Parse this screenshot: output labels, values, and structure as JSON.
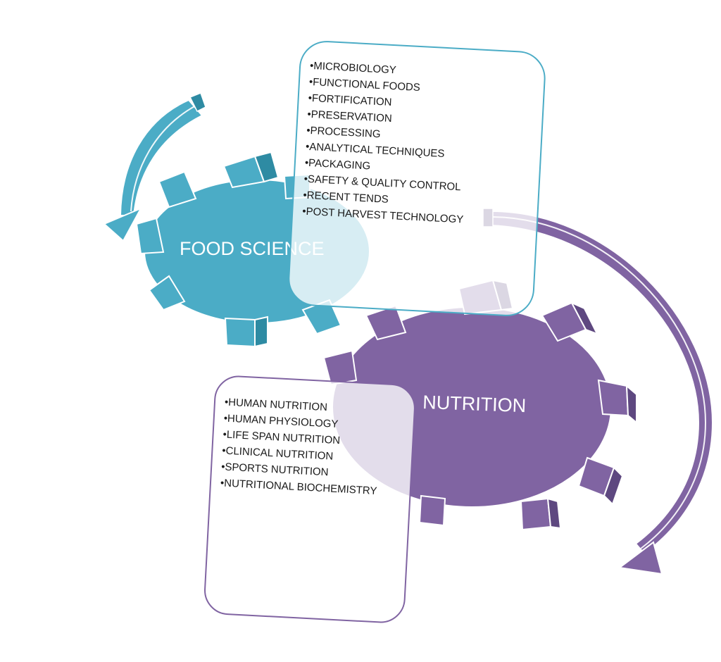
{
  "colors": {
    "food_science": "#4BACC6",
    "food_science_dark": "#2E8BA3",
    "nutrition": "#8064A2",
    "nutrition_dark": "#5E4880",
    "box_text": "#1a1a1a",
    "gear_text": "#ffffff"
  },
  "food_science": {
    "label": "FOOD SCIENCE",
    "items": [
      "•MICROBIOLOGY",
      "•FUNCTIONAL FOODS",
      "•FORTIFICATION",
      "•PRESERVATION",
      "•PROCESSING",
      "•ANALYTICAL TECHNIQUES",
      "•PACKAGING",
      "•SAFETY & QUALITY CONTROL",
      "•RECENT TENDS",
      "•POST HARVEST TECHNOLOGY"
    ]
  },
  "nutrition": {
    "label": "NUTRITION",
    "items": [
      "•HUMAN NUTRITION",
      "•HUMAN PHYSIOLOGY",
      "•LIFE SPAN NUTRITION",
      "•CLINICAL NUTRITION",
      "•SPORTS NUTRITION",
      "•NUTRITIONAL BIOCHEMISTRY"
    ]
  }
}
